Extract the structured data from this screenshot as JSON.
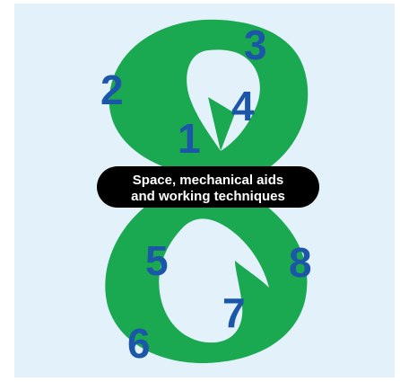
{
  "figure": {
    "caption_line1": "Space, mechanical aids",
    "caption_line2": "and working techniques",
    "numbers": {
      "n1": "1",
      "n2": "2",
      "n3": "3",
      "n4": "4",
      "n5": "5",
      "n6": "6",
      "n7": "7",
      "n8": "8"
    },
    "colors": {
      "background": "#e3f1fb",
      "figure_eight": "#1aa851",
      "numbers": "#1c56a8",
      "caption_pill": "#000000",
      "caption_text": "#ffffff"
    }
  }
}
